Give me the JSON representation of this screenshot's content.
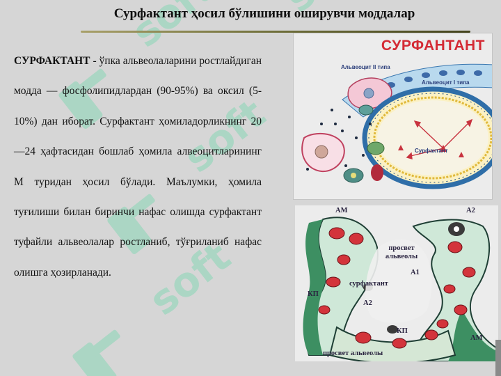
{
  "slide": {
    "title": "Сурфактант ҳосил бўлишини оширувчи моддалар",
    "body": {
      "keyword": "СУРФАКТАНТ",
      "text": " - ўпка альвеолаларини ростлайдиган модда — фосфолипидлардан (90-95%) ва оксил (5-10%) дан иборат. Сурфактант ҳомиладорликнинг 20—24 ҳафтасидан бошлаб ҳомила алвеоцитларининг М туридан ҳосил бўлади. Маълумки, ҳомила туғилиши билан биринчи нафас олишда сурфактант туфайли альвеолалар ростланиб, тўғриланиб нафас олишга ҳозирланади."
    }
  },
  "figure_top": {
    "title": "СУРФАНТАНТ",
    "label_alveocyte2": "Альвеоцит II типа",
    "label_alveocyte1": "Альвеоцит I типа",
    "label_surfactant": "Сурфактант"
  },
  "figure_bottom": {
    "label_am_top": "АМ",
    "label_a2_top": "А2",
    "label_lumen_top": "просвет альвеолы",
    "label_a1": "А1",
    "label_surfactant": "сурфактант",
    "label_kp_left": "КП",
    "label_a2_mid": "А2",
    "label_kp_bottom": "КП",
    "label_am_bottom": "АМ",
    "label_lumen_bottom": "просвет альвеолы"
  },
  "colors": {
    "title_red": "#d42a34",
    "rule": "#6f6f3a",
    "label_blue": "#2b3e7a",
    "watermark": "#55d6a0"
  }
}
